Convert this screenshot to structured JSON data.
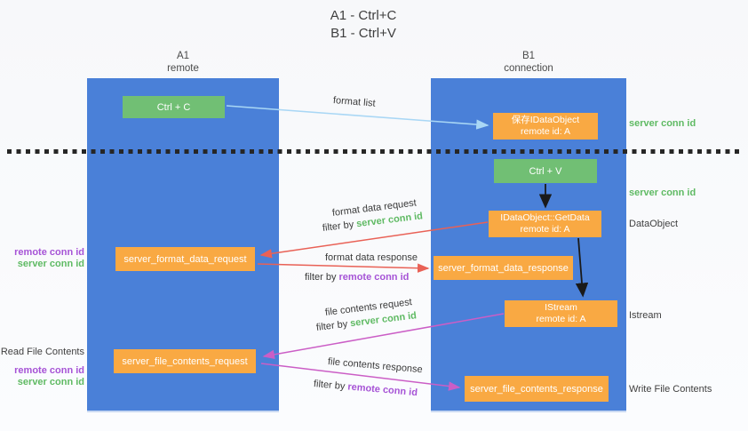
{
  "title": {
    "line1": "A1 - Ctrl+C",
    "line2": "B1 - Ctrl+V"
  },
  "lanes": {
    "left": {
      "name": "A1",
      "sub": "remote"
    },
    "right": {
      "name": "B1",
      "sub": "connection"
    }
  },
  "nodes": {
    "ctrl_c": "Ctrl + C",
    "save_dataobject": {
      "line1": "保存IDataObject",
      "line2": "remote id: A"
    },
    "ctrl_v": "Ctrl + V",
    "getdata": {
      "line1": "IDataObject::GetData",
      "line2": "remote id: A"
    },
    "format_request": "server_format_data_request",
    "format_response": "server_format_data_response",
    "istream": {
      "line1": "IStream",
      "line2": "remote id: A"
    },
    "file_request": "server_file_contents_request",
    "file_response": "server_file_contents_response"
  },
  "arrow_labels": {
    "format_list": "format list",
    "format_data_request": "format data request",
    "format_data_request_filter": {
      "prefix": "filter by ",
      "value": "server conn id"
    },
    "format_data_response": "format data response",
    "format_data_response_filter": {
      "prefix": "filter by ",
      "value": "remote conn id"
    },
    "file_contents_request": "file contents request",
    "file_contents_request_filter": {
      "prefix": "filter by ",
      "value": "server conn id"
    },
    "file_contents_response": "file contents response",
    "file_contents_response_filter": {
      "prefix": "filter by ",
      "value": "remote conn id"
    }
  },
  "side_labels": {
    "right_server_conn_top": "server conn id",
    "right_server_conn_mid": "server conn id",
    "right_dataobject": "DataObject",
    "right_istream": "Istream",
    "right_write_file": "Write File Contents",
    "left_remote_conn_top": "remote conn id",
    "left_server_conn_top": "server conn id",
    "left_read_file": "Read File Contents",
    "left_remote_conn_bottom": "remote conn id",
    "left_server_conn_bottom": "server conn id"
  },
  "colors": {
    "lane_blue": "#4a80d8",
    "box_green": "#71bf74",
    "box_orange": "#f9a943",
    "arrow_lightblue": "#a9d7f5",
    "arrow_red": "#e96156",
    "arrow_pink": "#cb5ec6",
    "arrow_black": "#1a1a1a",
    "text_green": "#5fba63",
    "text_purple": "#a653d6",
    "text_dark": "#3a3a3a"
  }
}
